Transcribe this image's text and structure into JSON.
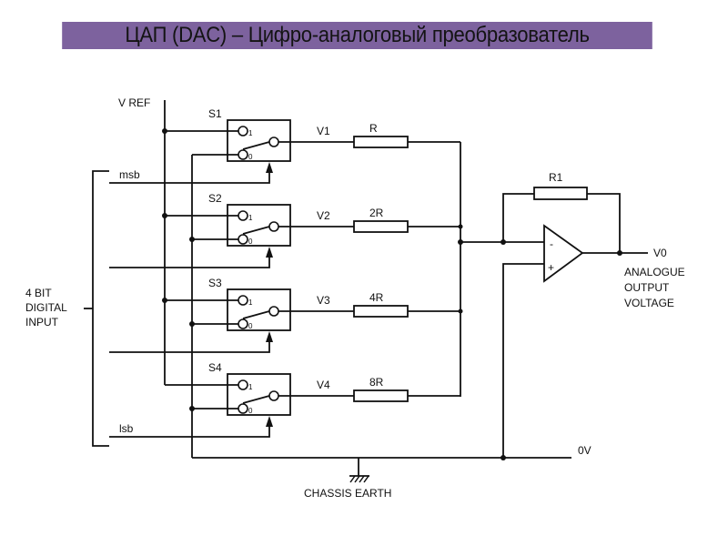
{
  "title": "ЦАП (DAC) – Цифро-аналоговый преобразователь",
  "colors": {
    "title_background": "#7d629e",
    "line": "#111111"
  },
  "labels": {
    "vref": "V REF",
    "msb": "msb",
    "lsb": "lsb",
    "input_line1": "4 BIT",
    "input_line2": "DIGITAL",
    "input_line3": "INPUT",
    "r1": "R1",
    "v0": "V0",
    "output_line1": "ANALOGUE",
    "output_line2": "OUTPUT",
    "output_line3": "VOLTAGE",
    "zero_v": "0V",
    "earth": "CHASSIS EARTH",
    "minus": "-",
    "plus": "+"
  },
  "switches": [
    {
      "name": "S1",
      "node": "V1",
      "resistor": "R",
      "pos1": "1",
      "pos0": "0"
    },
    {
      "name": "S2",
      "node": "V2",
      "resistor": "2R",
      "pos1": "1",
      "pos0": "0"
    },
    {
      "name": "S3",
      "node": "V3",
      "resistor": "4R",
      "pos1": "1",
      "pos0": "0"
    },
    {
      "name": "S4",
      "node": "V4",
      "resistor": "8R",
      "pos1": "1",
      "pos0": "0"
    }
  ]
}
